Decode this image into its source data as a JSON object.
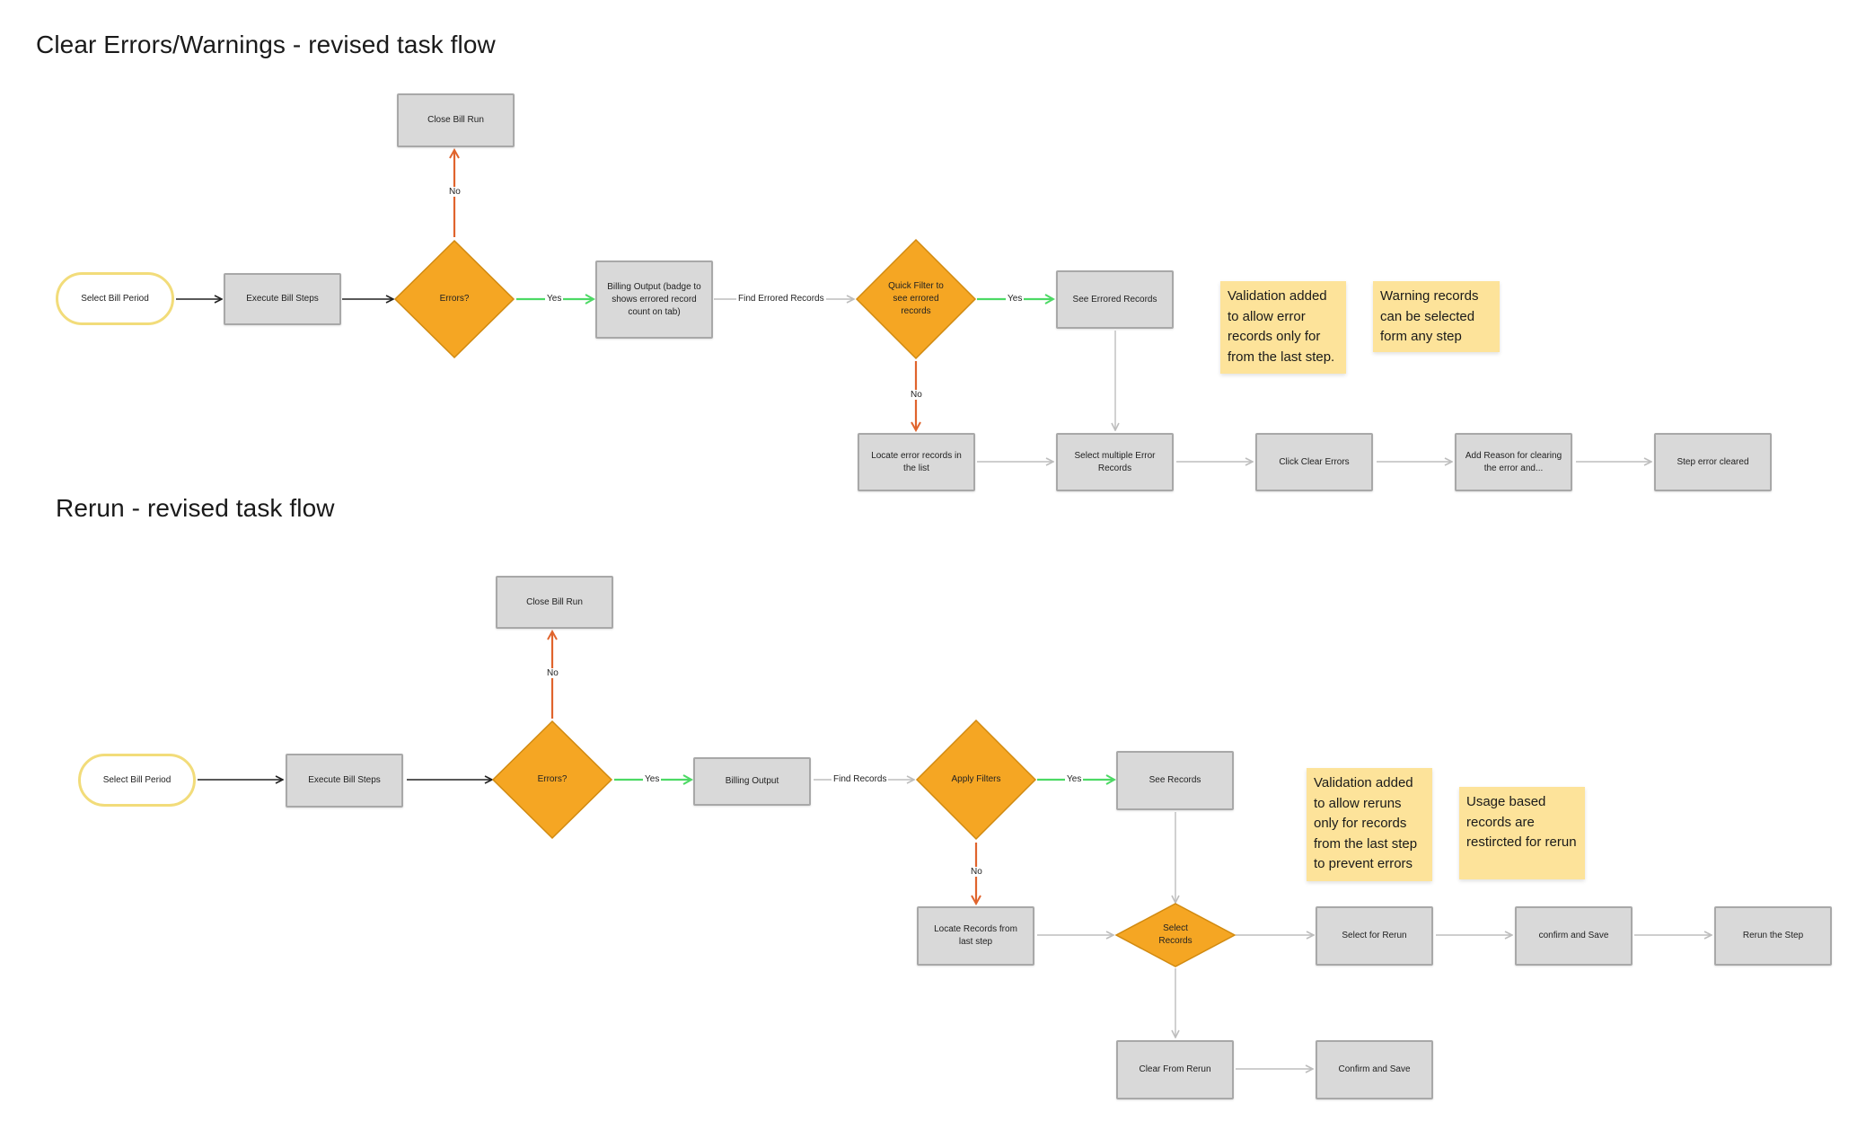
{
  "colors": {
    "diamond": "#f5a623",
    "box": "#d9d9d9",
    "sticky": "#fde39a",
    "yes_arrow": "#4cd964",
    "no_arrow": "#e0642d",
    "start_border": "#f2dc7a"
  },
  "flow1": {
    "title": "Clear Errors/Warnings - revised task flow",
    "start": "Select Bill Period",
    "execute": "Execute Bill Steps",
    "errors_decision": "Errors?",
    "close_bill_run": "Close Bill Run",
    "billing_output": "Billing Output (badge to shows errored record count on tab)",
    "quick_filter": "Quick Filter to see errored records",
    "see_errored": "See Errored Records",
    "locate_errors": "Locate error records in the list",
    "select_multiple": "Select multiple Error Records",
    "click_clear": "Click Clear Errors",
    "add_reason": "Add Reason for clearing the error and...",
    "step_cleared": "Step error cleared",
    "labels": {
      "yes1": "Yes",
      "no1": "No",
      "find": "Find Errored Records",
      "yes2": "Yes",
      "no2": "No"
    },
    "notes": [
      "Validation added to allow error records only for from the last step.",
      "Warning records can be selected form any step"
    ]
  },
  "flow2": {
    "title": "Rerun - revised task flow",
    "start": "Select Bill Period",
    "execute": "Execute Bill Steps",
    "errors_decision": "Errors?",
    "close_bill_run": "Close Bill Run",
    "billing_output": "Billing Output",
    "apply_filters": "Apply Filters",
    "see_records": "See Records",
    "locate_records": "Locate Records from last step",
    "select_records": "Select Records",
    "select_rerun": "Select for Rerun",
    "confirm_save_1": "confirm and Save",
    "rerun_step": "Rerun the Step",
    "clear_rerun": "Clear From Rerun",
    "confirm_save_2": "Confirm and Save",
    "labels": {
      "yes1": "Yes",
      "no1": "No",
      "find": "Find Records",
      "yes2": "Yes",
      "no2": "No"
    },
    "notes": [
      "Validation added to allow reruns only for records from the last step to prevent errors",
      "Usage based records are restircted for rerun"
    ]
  }
}
